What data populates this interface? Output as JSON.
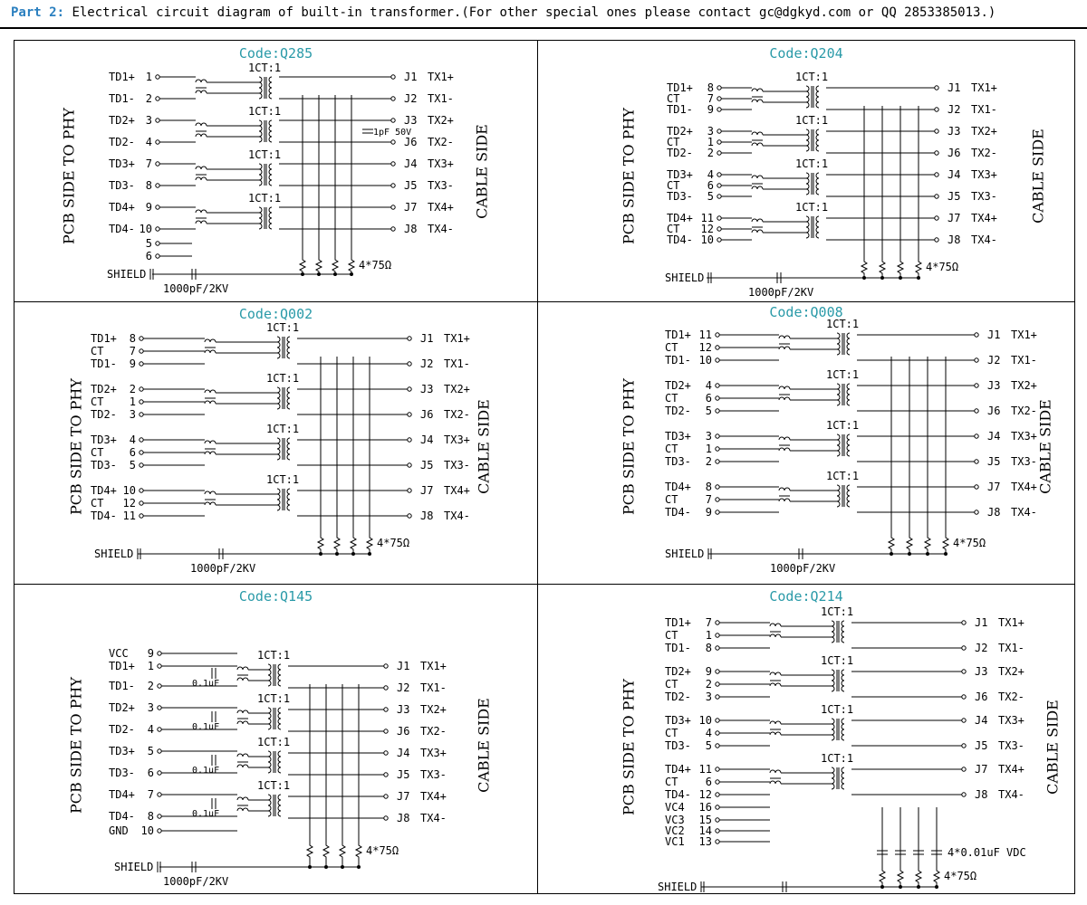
{
  "header": {
    "part": "Part 2:",
    "text": "Electrical circuit diagram of built-in transformer.(For other special ones please contact gc@dgkyd.com or QQ 2853385013.)"
  },
  "common": {
    "pcb_side": "PCB SIDE TO PHY",
    "cable_side": "CABLE SIDE",
    "shield": "SHIELD",
    "cap_shield": "1000pF/2KV",
    "ratio": "1CT:1",
    "resistors": "4*75Ω",
    "pf": "1pF 50V",
    "small_cap": "0.1uF",
    "vdc": "4*0.01uF VDC"
  },
  "panels": [
    {
      "code": "Code:Q285",
      "left": [
        [
          "TD1+",
          "1"
        ],
        [
          "TD1-",
          "2"
        ],
        [
          "TD2+",
          "3"
        ],
        [
          "TD2-",
          "4"
        ],
        [
          "TD3+",
          "7"
        ],
        [
          "TD3-",
          "8"
        ],
        [
          "TD4+",
          "9"
        ],
        [
          "TD4-",
          "10"
        ],
        [
          "",
          "5"
        ],
        [
          "",
          "6"
        ]
      ],
      "right": [
        [
          "J1",
          "TX1+"
        ],
        [
          "J2",
          "TX1-"
        ],
        [
          "J3",
          "TX2+"
        ],
        [
          "J6",
          "TX2-"
        ],
        [
          "J4",
          "TX3+"
        ],
        [
          "J5",
          "TX3-"
        ],
        [
          "J7",
          "TX4+"
        ],
        [
          "J8",
          "TX4-"
        ]
      ]
    },
    {
      "code": "Code:Q204",
      "left": [
        [
          "TD1+",
          "8"
        ],
        [
          "CT",
          "7"
        ],
        [
          "TD1-",
          "9"
        ],
        [
          "TD2+",
          "3"
        ],
        [
          "CT",
          "1"
        ],
        [
          "TD2-",
          "2"
        ],
        [
          "TD3+",
          "4"
        ],
        [
          "CT",
          "6"
        ],
        [
          "TD3-",
          "5"
        ],
        [
          "TD4+",
          "11"
        ],
        [
          "CT",
          "12"
        ],
        [
          "TD4-",
          "10"
        ]
      ],
      "right": [
        [
          "J1",
          "TX1+"
        ],
        [
          "J2",
          "TX1-"
        ],
        [
          "J3",
          "TX2+"
        ],
        [
          "J6",
          "TX2-"
        ],
        [
          "J4",
          "TX3+"
        ],
        [
          "J5",
          "TX3-"
        ],
        [
          "J7",
          "TX4+"
        ],
        [
          "J8",
          "TX4-"
        ]
      ]
    },
    {
      "code": "Code:Q002",
      "left": [
        [
          "TD1+",
          "8"
        ],
        [
          "CT",
          "7"
        ],
        [
          "TD1-",
          "9"
        ],
        [
          "TD2+",
          "2"
        ],
        [
          "CT",
          "1"
        ],
        [
          "TD2-",
          "3"
        ],
        [
          "TD3+",
          "4"
        ],
        [
          "CT",
          "6"
        ],
        [
          "TD3-",
          "5"
        ],
        [
          "TD4+",
          "10"
        ],
        [
          "CT",
          "12"
        ],
        [
          "TD4-",
          "11"
        ]
      ],
      "right": [
        [
          "J1",
          "TX1+"
        ],
        [
          "J2",
          "TX1-"
        ],
        [
          "J3",
          "TX2+"
        ],
        [
          "J6",
          "TX2-"
        ],
        [
          "J4",
          "TX3+"
        ],
        [
          "J5",
          "TX3-"
        ],
        [
          "J7",
          "TX4+"
        ],
        [
          "J8",
          "TX4-"
        ]
      ]
    },
    {
      "code": "Code:Q008",
      "left": [
        [
          "TD1+",
          "11"
        ],
        [
          "CT",
          "12"
        ],
        [
          "TD1-",
          "10"
        ],
        [
          "TD2+",
          "4"
        ],
        [
          "CT",
          "6"
        ],
        [
          "TD2-",
          "5"
        ],
        [
          "TD3+",
          "3"
        ],
        [
          "CT",
          "1"
        ],
        [
          "TD3-",
          "2"
        ],
        [
          "TD4+",
          "8"
        ],
        [
          "CT",
          "7"
        ],
        [
          "TD4-",
          "9"
        ]
      ],
      "right": [
        [
          "J1",
          "TX1+"
        ],
        [
          "J2",
          "TX1-"
        ],
        [
          "J3",
          "TX2+"
        ],
        [
          "J6",
          "TX2-"
        ],
        [
          "J4",
          "TX3+"
        ],
        [
          "J5",
          "TX3-"
        ],
        [
          "J7",
          "TX4+"
        ],
        [
          "J8",
          "TX4-"
        ]
      ]
    },
    {
      "code": "Code:Q145",
      "left": [
        [
          "VCC",
          "9"
        ],
        [
          "TD1+",
          "1"
        ],
        [
          "TD1-",
          "2"
        ],
        [
          "TD2+",
          "3"
        ],
        [
          "TD2-",
          "4"
        ],
        [
          "TD3+",
          "5"
        ],
        [
          "TD3-",
          "6"
        ],
        [
          "TD4+",
          "7"
        ],
        [
          "TD4-",
          "8"
        ],
        [
          "GND",
          "10"
        ]
      ],
      "right": [
        [
          "J1",
          "TX1+"
        ],
        [
          "J2",
          "TX1-"
        ],
        [
          "J3",
          "TX2+"
        ],
        [
          "J6",
          "TX2-"
        ],
        [
          "J4",
          "TX3+"
        ],
        [
          "J5",
          "TX3-"
        ],
        [
          "J7",
          "TX4+"
        ],
        [
          "J8",
          "TX4-"
        ]
      ]
    },
    {
      "code": "Code:Q214",
      "left": [
        [
          "TD1+",
          "7"
        ],
        [
          "CT",
          "1"
        ],
        [
          "TD1-",
          "8"
        ],
        [
          "TD2+",
          "9"
        ],
        [
          "CT",
          "2"
        ],
        [
          "TD2-",
          "3"
        ],
        [
          "TD3+",
          "10"
        ],
        [
          "CT",
          "4"
        ],
        [
          "TD3-",
          "5"
        ],
        [
          "TD4+",
          "11"
        ],
        [
          "CT",
          "6"
        ],
        [
          "TD4-",
          "12"
        ],
        [
          "VC4",
          "16"
        ],
        [
          "VC3",
          "15"
        ],
        [
          "VC2",
          "14"
        ],
        [
          "VC1",
          "13"
        ]
      ],
      "right": [
        [
          "J1",
          "TX1+"
        ],
        [
          "J2",
          "TX1-"
        ],
        [
          "J3",
          "TX2+"
        ],
        [
          "J6",
          "TX2-"
        ],
        [
          "J4",
          "TX3+"
        ],
        [
          "J5",
          "TX3-"
        ],
        [
          "J7",
          "TX4+"
        ],
        [
          "J8",
          "TX4-"
        ]
      ]
    }
  ]
}
